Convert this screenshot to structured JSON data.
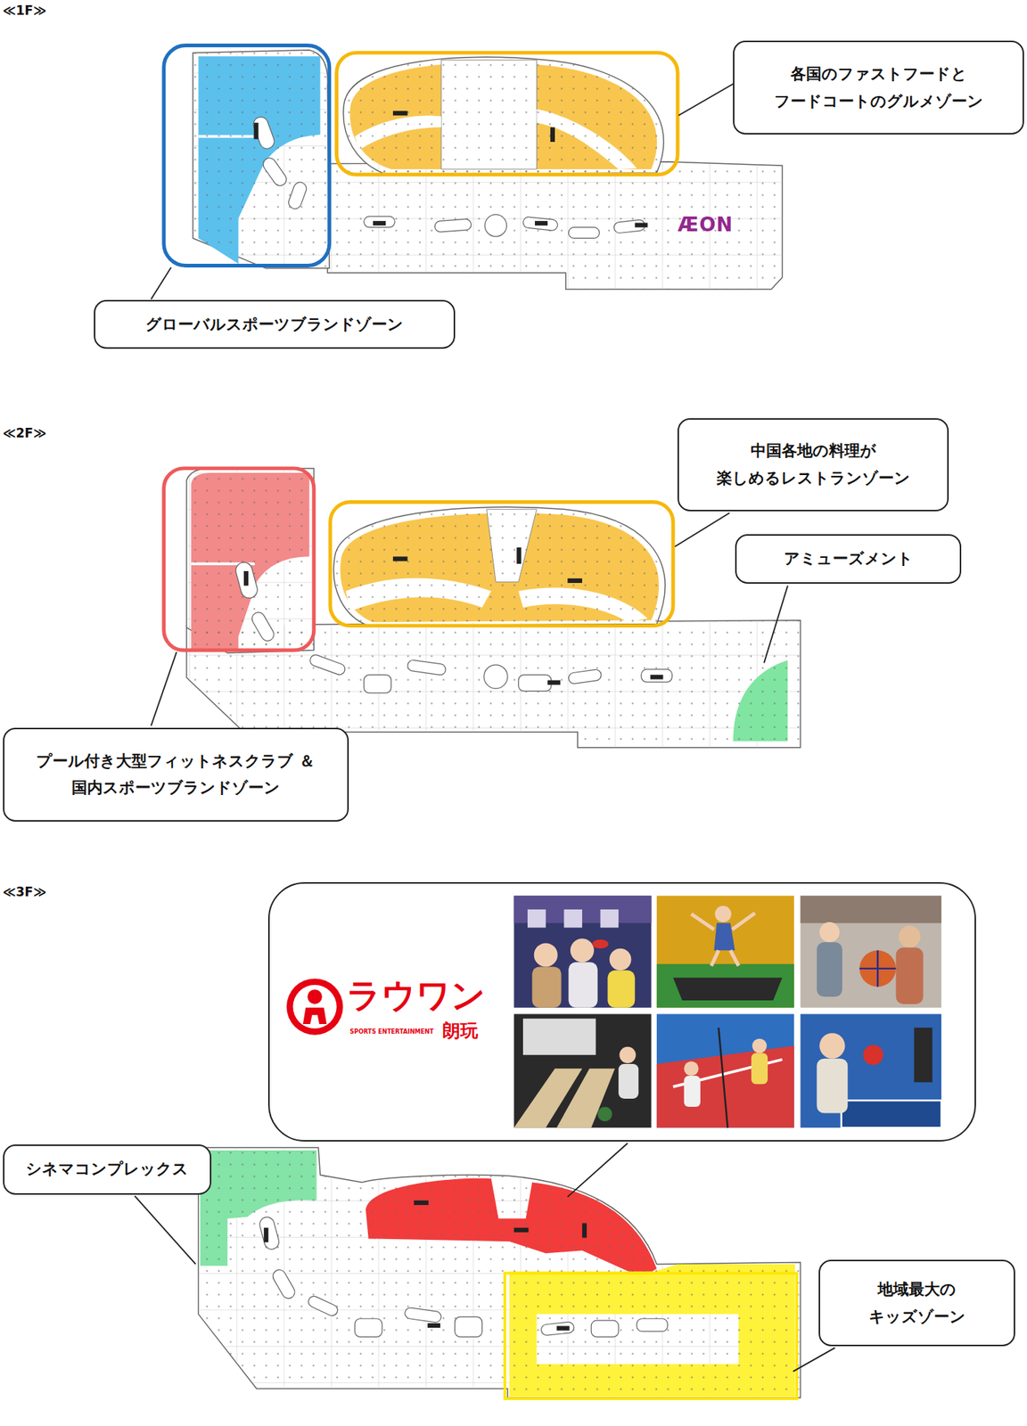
{
  "diagram": {
    "nodes": [
      {
        "text": [
          "各国のファストフードと フードコートのグルメゾーン"
        ]
      },
      {
        "text": [
          "グローバルスポーツブランドゾーン"
        ]
      },
      {
        "text": [
          "中国各地の料理が 楽しめるレストランゾーン"
        ]
      },
      {
        "text": [
          "アミューズメント"
        ]
      },
      {
        "text": [
          "プール付き大型フィットネスクラブ ＆国内スポーツブランドゾーン"
        ]
      },
      {
        "text": [
          "ラウワン",
          "SPORTS ENTERTAINMENT",
          "朗玩"
        ]
      },
      {
        "text": [
          "シネマコンプレックス"
        ]
      },
      {
        "text": [
          "地域最大の キッズゾーン"
        ]
      }
    ],
    "labels": [
      "≪1F≫",
      "≪2F≫",
      "≪3F≫",
      "ÆON"
    ]
  }
}
